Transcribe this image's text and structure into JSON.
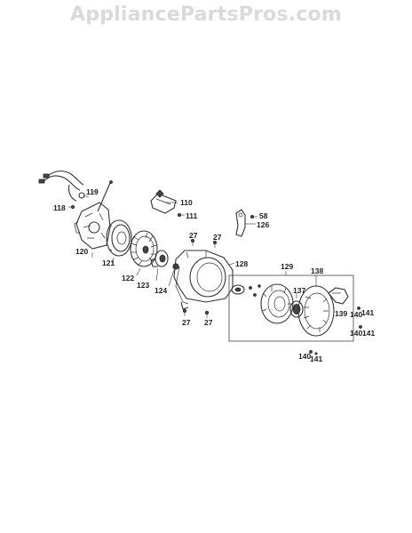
{
  "watermark": "AppliancePartsPros.com",
  "parts": [
    {
      "id": "p118",
      "label": "118"
    },
    {
      "id": "p119",
      "label": "119"
    },
    {
      "id": "p110",
      "label": "110"
    },
    {
      "id": "p111",
      "label": "111"
    },
    {
      "id": "p58",
      "label": "58"
    },
    {
      "id": "p126",
      "label": "126"
    },
    {
      "id": "p27a",
      "label": "27"
    },
    {
      "id": "p27b",
      "label": "27"
    },
    {
      "id": "p120",
      "label": "120"
    },
    {
      "id": "p121",
      "label": "121"
    },
    {
      "id": "p128",
      "label": "128"
    },
    {
      "id": "p129",
      "label": "129"
    },
    {
      "id": "p122",
      "label": "122"
    },
    {
      "id": "p123",
      "label": "123"
    },
    {
      "id": "p124",
      "label": "124"
    },
    {
      "id": "p137",
      "label": "137"
    },
    {
      "id": "p138",
      "label": "138"
    },
    {
      "id": "p139",
      "label": "139"
    },
    {
      "id": "p140a",
      "label": "140"
    },
    {
      "id": "p141a",
      "label": "141"
    },
    {
      "id": "p140b",
      "label": "140"
    },
    {
      "id": "p141b",
      "label": "141"
    },
    {
      "id": "p27c",
      "label": "27"
    },
    {
      "id": "p27d",
      "label": "27"
    },
    {
      "id": "p140c",
      "label": "140"
    },
    {
      "id": "p141c",
      "label": "141"
    }
  ]
}
